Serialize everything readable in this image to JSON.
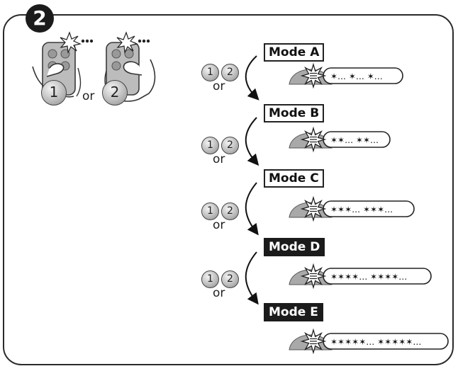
{
  "step": {
    "number": "2"
  },
  "intro": {
    "option_1": "1",
    "option_2": "2",
    "or_text": "or"
  },
  "modes": [
    {
      "label": "Mode A",
      "style": "outline",
      "blink_pattern": "✶… ✶… ✶…"
    },
    {
      "label": "Mode B",
      "style": "outline",
      "blink_pattern": "✶✶… ✶✶…"
    },
    {
      "label": "Mode C",
      "style": "outline",
      "blink_pattern": "✶✶✶… ✶✶✶…"
    },
    {
      "label": "Mode D",
      "style": "filled",
      "blink_pattern": "✶✶✶✶… ✶✶✶✶…"
    },
    {
      "label": "Mode E",
      "style": "filled",
      "blink_pattern": "✶✶✶✶✶… ✶✶✶✶✶…"
    }
  ],
  "button_pairs": [
    {
      "left": "1",
      "right": "2",
      "or_text": "or"
    },
    {
      "left": "1",
      "right": "2",
      "or_text": "or"
    },
    {
      "left": "1",
      "right": "2",
      "or_text": "or"
    },
    {
      "left": "1",
      "right": "2",
      "or_text": "or"
    }
  ],
  "icons": {
    "step_badge": "number-badge-icon",
    "remote": "remote-control-icon",
    "hand": "hand-icon",
    "led": "led-flash-icon",
    "receiver": "receiver-device-icon",
    "arrow": "curved-arrow-down-icon"
  },
  "colors": {
    "outline": "#2a2a2a",
    "remote_body": "#bcbcbc",
    "button_fill": "#a8a8a8",
    "filled_label_bg": "#1b1b1b"
  }
}
